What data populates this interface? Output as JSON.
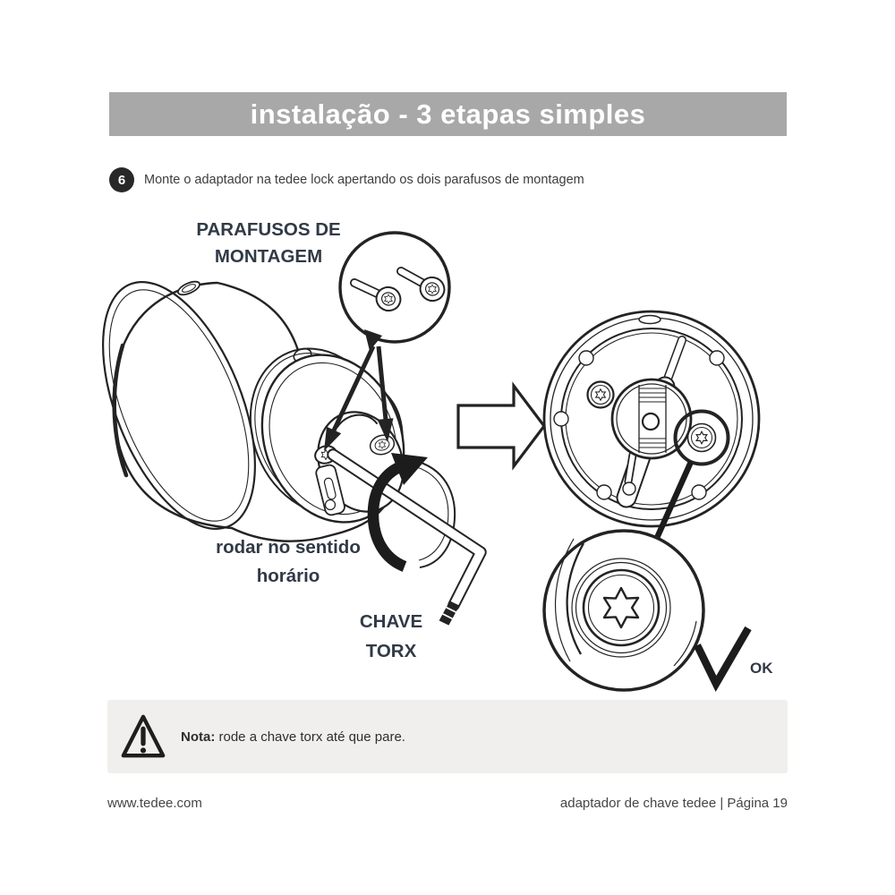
{
  "header": {
    "title": "instalação - 3 etapas simples"
  },
  "step": {
    "number": "6",
    "text": "Monte o adaptador na tedee lock apertando os dois parafusos de montagem"
  },
  "labels": {
    "screws": [
      "PARAFUSOS DE",
      "MONTAGEM"
    ],
    "rotate": [
      "rodar no sentido",
      "horário"
    ],
    "torx": [
      "CHAVE",
      "TORX"
    ],
    "ok": "OK"
  },
  "note": {
    "title": "Nota:",
    "body": "rode a chave torx até que pare."
  },
  "footer": {
    "site": "www.tedee.com",
    "doc": "adaptador de chave tedee | Página 19"
  },
  "icons": {
    "warning": "warning-triangle-icon",
    "check": "checkmark-icon",
    "right_arrow": "big-right-arrow-icon",
    "rotation": "clockwise-rotation-arrow-icon",
    "magnifier": "zoom-detail-circle"
  },
  "colors": {
    "page_bg": "#ffffff",
    "header_bg": "#a8a8a8",
    "header_text": "#ffffff",
    "step_badge_bg": "#282828",
    "ink": "#232323",
    "label_text": "#313a46",
    "note_bg": "#f0efed",
    "body_text": "#3d3d3d",
    "footer_text": "#454545"
  }
}
